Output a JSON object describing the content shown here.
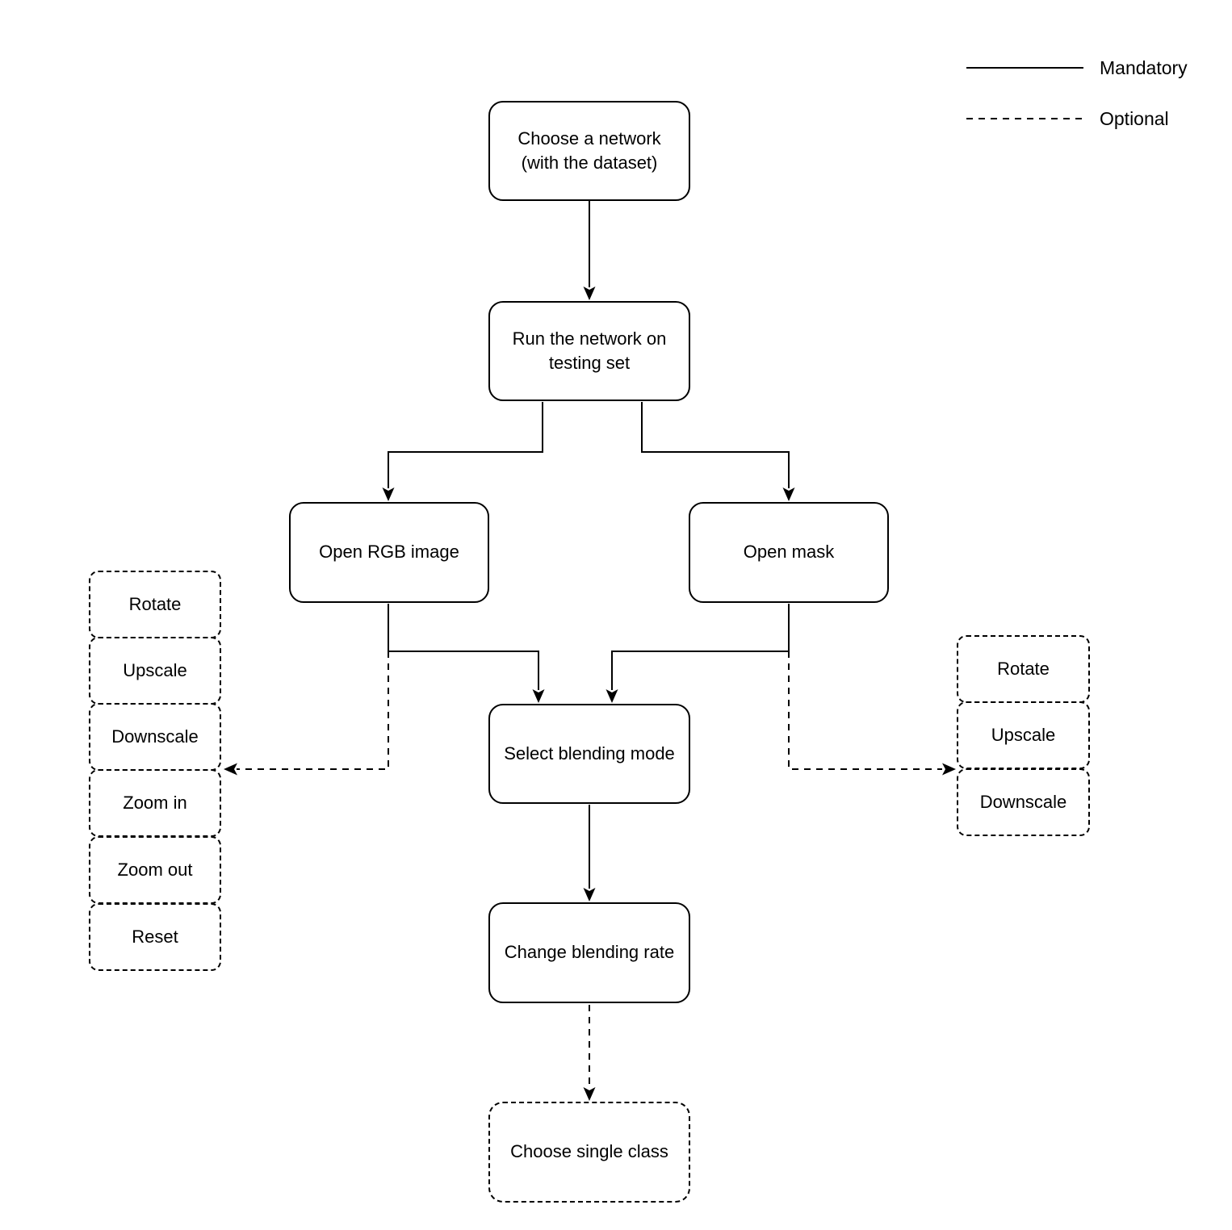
{
  "colors": {
    "background": "#ffffff",
    "line": "#000000",
    "text": "#000000"
  },
  "legend": {
    "items": [
      {
        "label": "Mandatory",
        "style": "solid"
      },
      {
        "label": "Optional",
        "style": "dashed"
      }
    ]
  },
  "nodes": [
    {
      "id": "choose-network",
      "label": "Choose a network (with the dataset)",
      "style": "solid"
    },
    {
      "id": "run-network",
      "label": "Run the network on testing set",
      "style": "solid"
    },
    {
      "id": "open-rgb",
      "label": "Open RGB image",
      "style": "solid"
    },
    {
      "id": "open-mask",
      "label": "Open mask",
      "style": "solid"
    },
    {
      "id": "select-blending",
      "label": "Select blending mode",
      "style": "solid"
    },
    {
      "id": "change-blending",
      "label": "Change blending rate",
      "style": "solid"
    },
    {
      "id": "choose-class",
      "label": "Choose single class",
      "style": "dashed"
    }
  ],
  "left_options": [
    "Rotate",
    "Upscale",
    "Downscale",
    "Zoom in",
    "Zoom out",
    "Reset"
  ],
  "right_options": [
    "Rotate",
    "Upscale",
    "Downscale"
  ]
}
